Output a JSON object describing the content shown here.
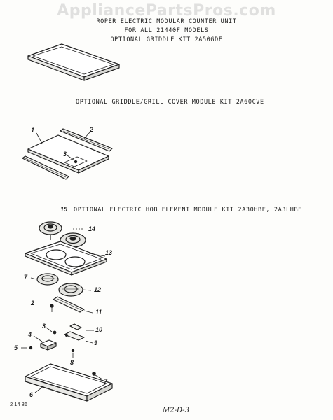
{
  "watermark": "AppliancePartsPros.com",
  "header": {
    "line1": "ROPER ELECTRIC MODULAR COUNTER UNIT",
    "line2": "FOR ALL 21440F MODELS",
    "line3": "OPTIONAL GRIDDLE KIT 2A50GDE"
  },
  "sections": {
    "griddle_cover": "OPTIONAL GRIDDLE/GRILL COVER MODULE KIT 2A60CVE",
    "hob_element": "OPTIONAL ELECTRIC HOB ELEMENT MODULE KIT 2A30HBE, 2A3LHBE"
  },
  "callouts": {
    "c1": "1",
    "c2": "2",
    "c3": "3",
    "c15": "15",
    "c14": "14",
    "c13": "13",
    "c7a": "7",
    "c12": "12",
    "c2b": "2",
    "c11": "11",
    "c3b": "3",
    "c10": "10",
    "c4": "4",
    "c9": "9",
    "c5": "5",
    "c8": "8",
    "c6": "6",
    "c7b": "7"
  },
  "footer": {
    "date_code": "2 14 86",
    "page_code": "M2-D-3"
  }
}
